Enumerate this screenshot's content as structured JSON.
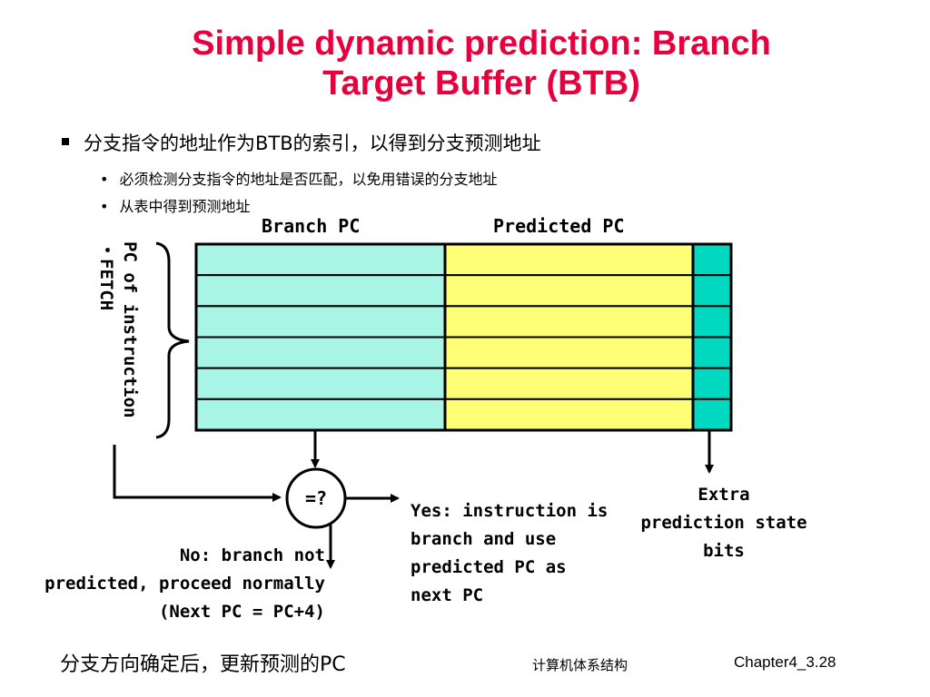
{
  "title": {
    "line1": "Simple dynamic prediction: Branch",
    "line2": "Target Buffer (BTB)"
  },
  "bullets": {
    "main": "分支指令的地址作为BTB的索引，以得到分支预测地址",
    "sub": [
      "必须检测分支指令的地址是否匹配，以免用错误的分支地址",
      "从表中得到预测地址"
    ]
  },
  "diagram": {
    "col_branch_pc": "Branch PC",
    "col_predicted_pc": "Predicted PC",
    "side_label_line1": "PC of instruction",
    "side_label_line2": "・FETCH",
    "compare": "=?",
    "yes_label": [
      "Yes: instruction is",
      "branch and use",
      "predicted PC as",
      "next PC"
    ],
    "no_label": [
      "No: branch not",
      "predicted, proceed normally",
      "(Next PC = PC+4)"
    ],
    "extra_label": [
      "Extra",
      "prediction state",
      "bits"
    ],
    "row_count": 6,
    "colors": {
      "branch_col": "#a8f5e6",
      "predicted_col": "#ffff77",
      "state_col": "#00d9c0",
      "title": "#e8003d"
    }
  },
  "footer": {
    "left": "分支方向确定后，更新预测的PC",
    "mid": "计算机体系结构",
    "right": "Chapter4_3.28"
  }
}
